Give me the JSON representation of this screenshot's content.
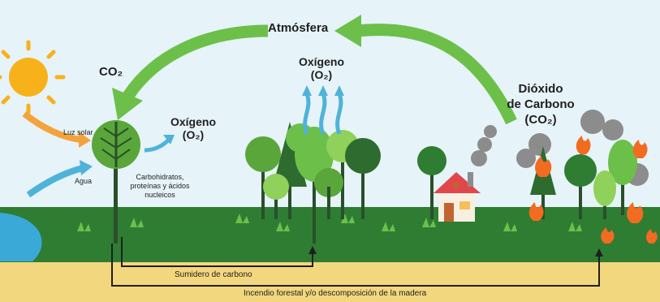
{
  "labels": {
    "atmosfera": "Atmósfera",
    "co2_left": "CO₂",
    "oxigeno_leaf_1": "Oxígeno",
    "oxigeno_leaf_2": "(O₂)",
    "oxigeno_forest_1": "Oxígeno",
    "oxigeno_forest_2": "(O₂)",
    "dioxido_1": "Dióxido",
    "dioxido_2": "de Carbono",
    "dioxido_3": "(CO₂)",
    "luz_solar": "Luz solar",
    "agua": "Agua",
    "carbo_1": "Carbohidratos,",
    "carbo_2": "proteínas y ácidos",
    "carbo_3": "nucleicos",
    "sumidero": "Sumidero de carbono",
    "incendio": "Incendio forestal y/o descomposición de la madera"
  },
  "colors": {
    "sky": "#e6f3f8",
    "grass": "#2e7d32",
    "soil": "#f2d77e",
    "water": "#3aa9d8",
    "arrow_green": "#6cc04a",
    "arrow_blue": "#4fb3d9",
    "arrow_orange": "#f3a33b",
    "sun": "#f7b21b",
    "fire": "#f26b21",
    "smoke": "#8c8c8c",
    "house_roof": "#e0474c"
  }
}
